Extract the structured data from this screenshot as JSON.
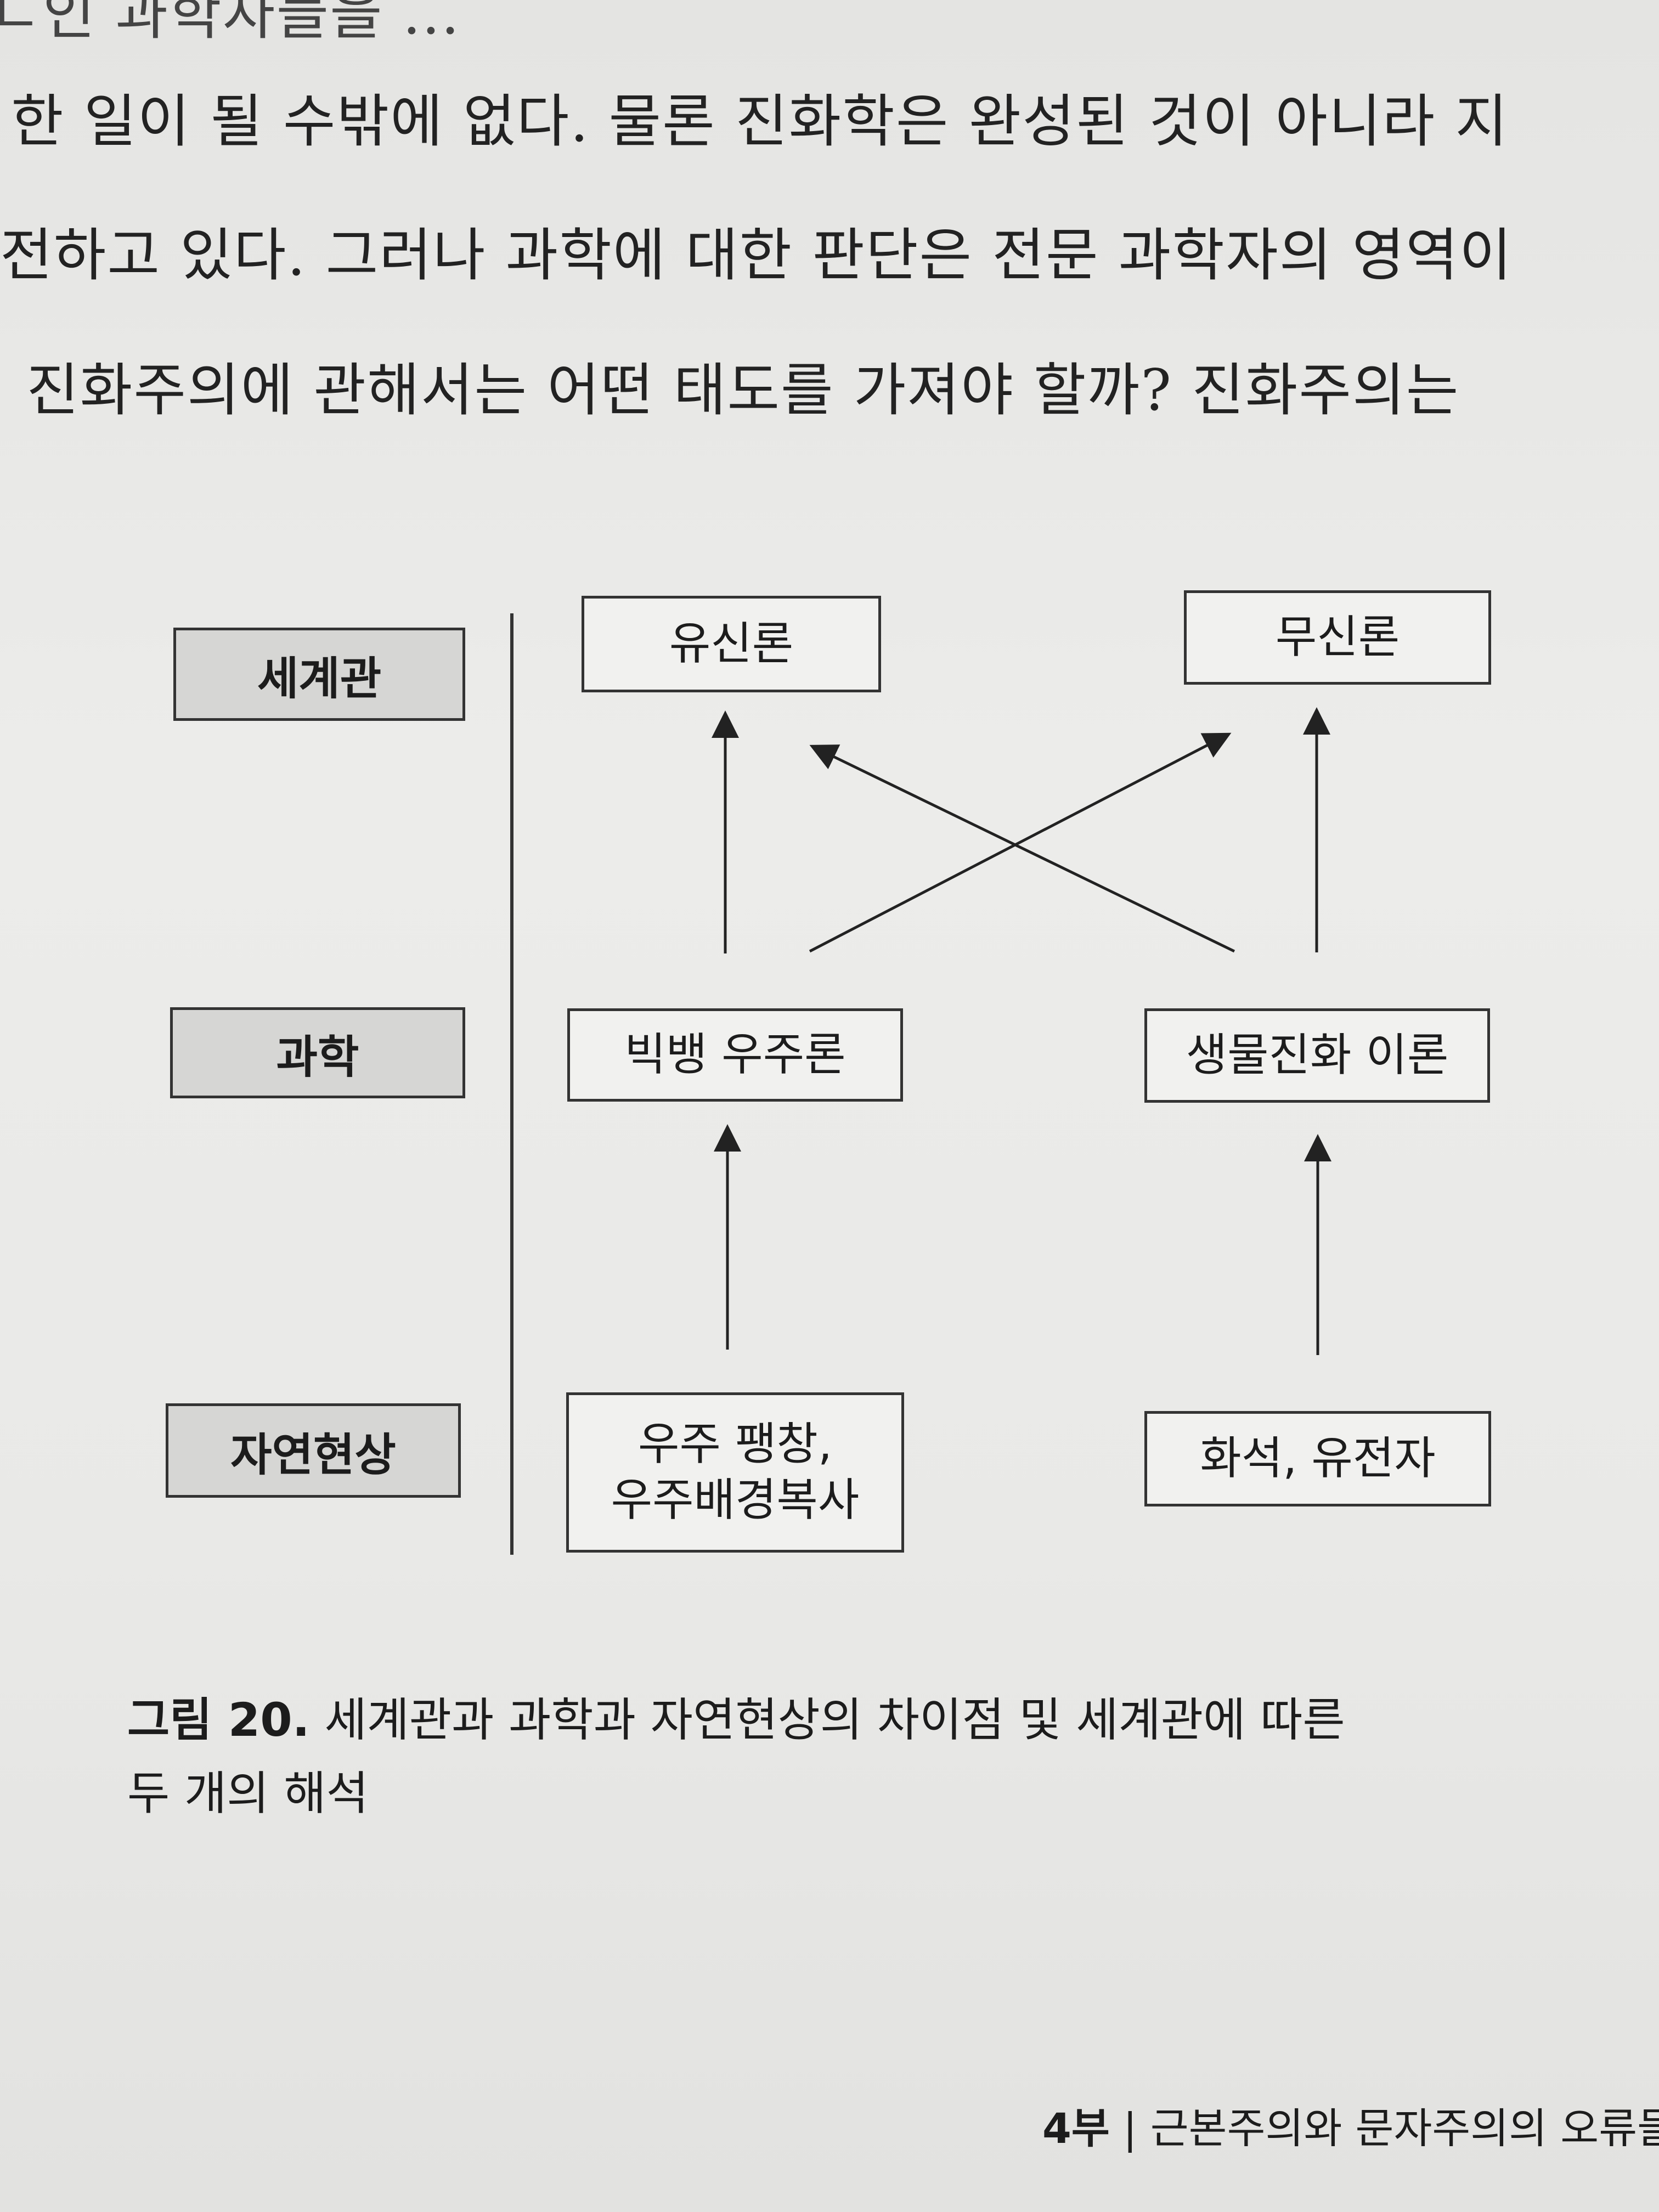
{
  "body_text": {
    "line1": "ㄴ인 과학자들을 ...",
    "line2": "한 일이 될 수밖에 없다. 물론 진화학은 완성된 것이 아니라 지",
    "line3": "전하고 있다. 그러나 과학에 대한 판단은 전문 과학자의 영역이",
    "line4": "진화주의에 관해서는 어떤 태도를 가져야 할까? 진화주의는"
  },
  "diagram": {
    "row_labels": {
      "worldview": "세계관",
      "science": "과학",
      "phenomena": "자연현상"
    },
    "nodes": {
      "theism": "유신론",
      "atheism": "무신론",
      "big_bang": "빅뱅 우주론",
      "evolution": "생물진화 이론",
      "cosmic_line1": "우주 팽창,",
      "cosmic_line2": "우주배경복사",
      "fossils": "화석, 유전자"
    }
  },
  "caption": {
    "figure_number": "그림 20.",
    "line1_text": "세계관과 과학과 자연현상의 차이점 및 세계관에 따른",
    "line2_text": "두 개의 해석"
  },
  "footer": {
    "part": "4부",
    "separator": "|",
    "title": "근본주의와 문자주의의 오류들"
  }
}
